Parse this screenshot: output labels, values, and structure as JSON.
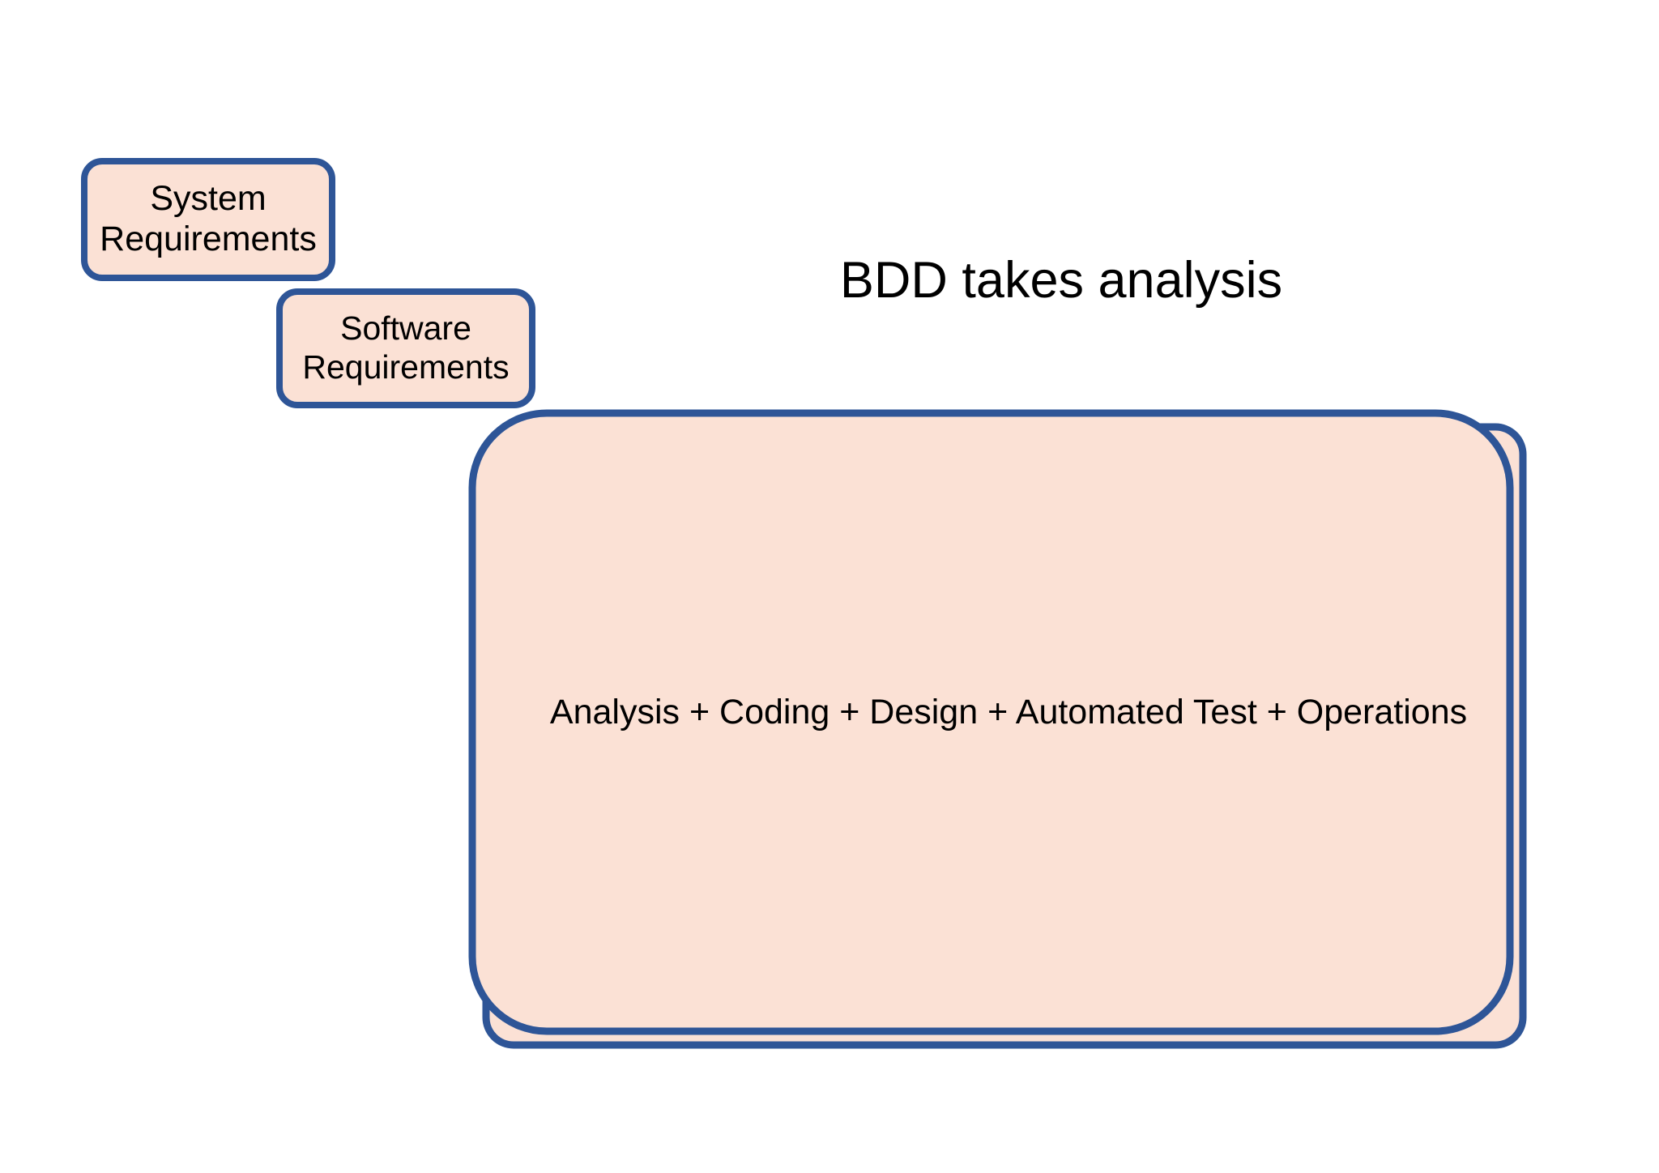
{
  "slide": {
    "background_color": "#ffffff",
    "title": "BDD takes analysis"
  },
  "theme": {
    "shape_fill": "#fbe1d5",
    "shape_border": "#2e5597",
    "text_color": "#000000"
  },
  "shapes": [
    {
      "id": "system-requirements",
      "label": "System\nRequirements",
      "line1": "System",
      "line2": "Requirements",
      "fill": "#fbe1d5",
      "border": "#2e5597"
    },
    {
      "id": "software-requirements",
      "label": "Software\nRequirements",
      "line1": "Software",
      "line2": "Requirements",
      "fill": "#fbe1d5",
      "border": "#2e5597"
    },
    {
      "id": "main-activities",
      "label": "Analysis + Coding + Design + Automated Test + Operations",
      "fill": "#fbe1d5",
      "border": "#2e5597"
    }
  ]
}
